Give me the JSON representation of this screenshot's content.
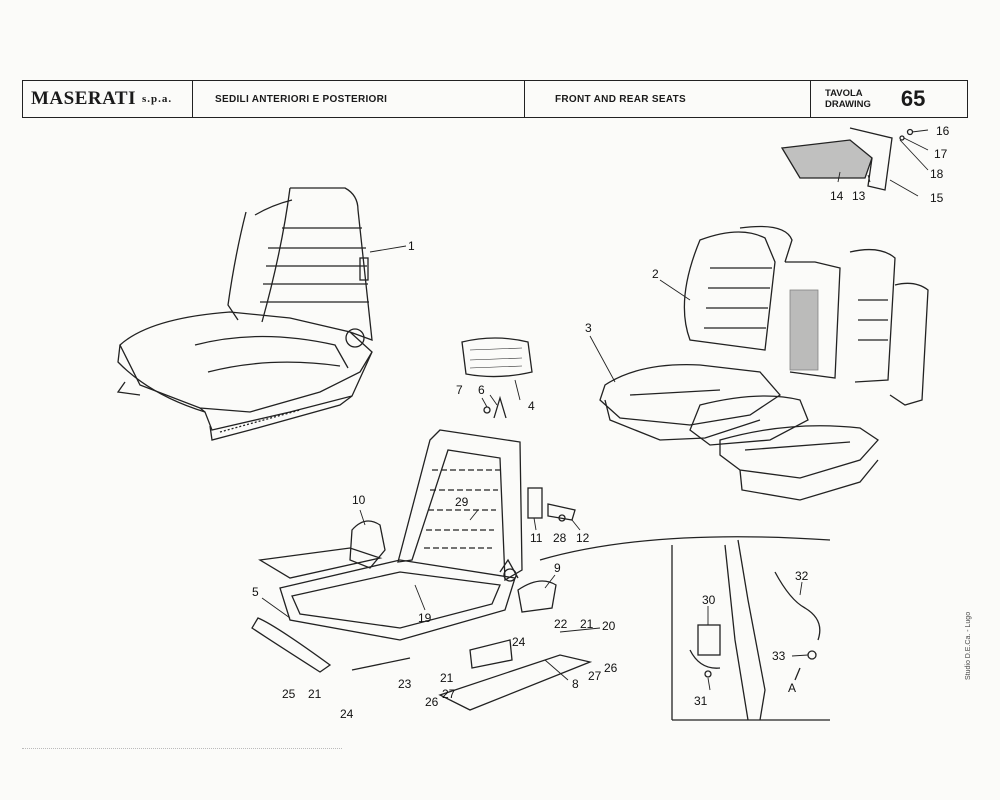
{
  "header": {
    "brand": "MASERATI",
    "brand_suffix": "s.p.a.",
    "title_it": "SEDILI ANTERIORI E POSTERIORI",
    "title_en": "FRONT AND REAR SEATS",
    "tavola_label": "TAVOLA",
    "drawing_label": "DRAWING",
    "drawing_number": "65"
  },
  "callouts": [
    "1",
    "2",
    "3",
    "4",
    "5",
    "6",
    "7",
    "8",
    "9",
    "10",
    "11",
    "12",
    "13",
    "14",
    "15",
    "16",
    "17",
    "18",
    "19",
    "20",
    "21",
    "21",
    "21",
    "22",
    "23",
    "24",
    "24",
    "25",
    "26",
    "26",
    "27",
    "27",
    "28",
    "29",
    "30",
    "31",
    "32",
    "33",
    "A"
  ],
  "side_note": "Studio D.E.Ca. - Lugo"
}
